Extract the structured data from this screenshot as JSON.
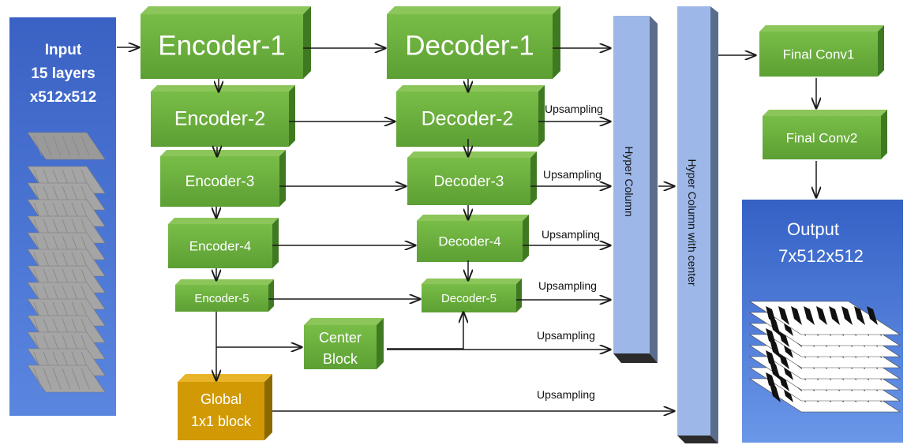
{
  "input": {
    "line1": "Input",
    "line2": "15 layers",
    "line3": "x512x512"
  },
  "output": {
    "line1": "Output",
    "line2": "7x512x512"
  },
  "encoders": [
    "Encoder-1",
    "Encoder-2",
    "Encoder-3",
    "Encoder-4",
    "Encoder-5"
  ],
  "decoders": [
    "Decoder-1",
    "Decoder-2",
    "Decoder-3",
    "Decoder-4",
    "Decoder-5"
  ],
  "center_block": {
    "line1": "Center",
    "line2": "Block"
  },
  "global_block": {
    "line1": "Global",
    "line2": "1x1 block"
  },
  "hyper_column": "Hyper  Column",
  "hyper_column_center": "Hyper Column with center",
  "final_conv1": "Final Conv1",
  "final_conv2": "Final Conv2",
  "upsampling": "Upsampling",
  "colors": {
    "green": "#6aaf3d",
    "green_top": "#8cc65a",
    "green_side": "#3f7a22",
    "gold": "#c99500",
    "panel_blue": "#3f6fd0",
    "column_blue": "#9db8e8"
  }
}
